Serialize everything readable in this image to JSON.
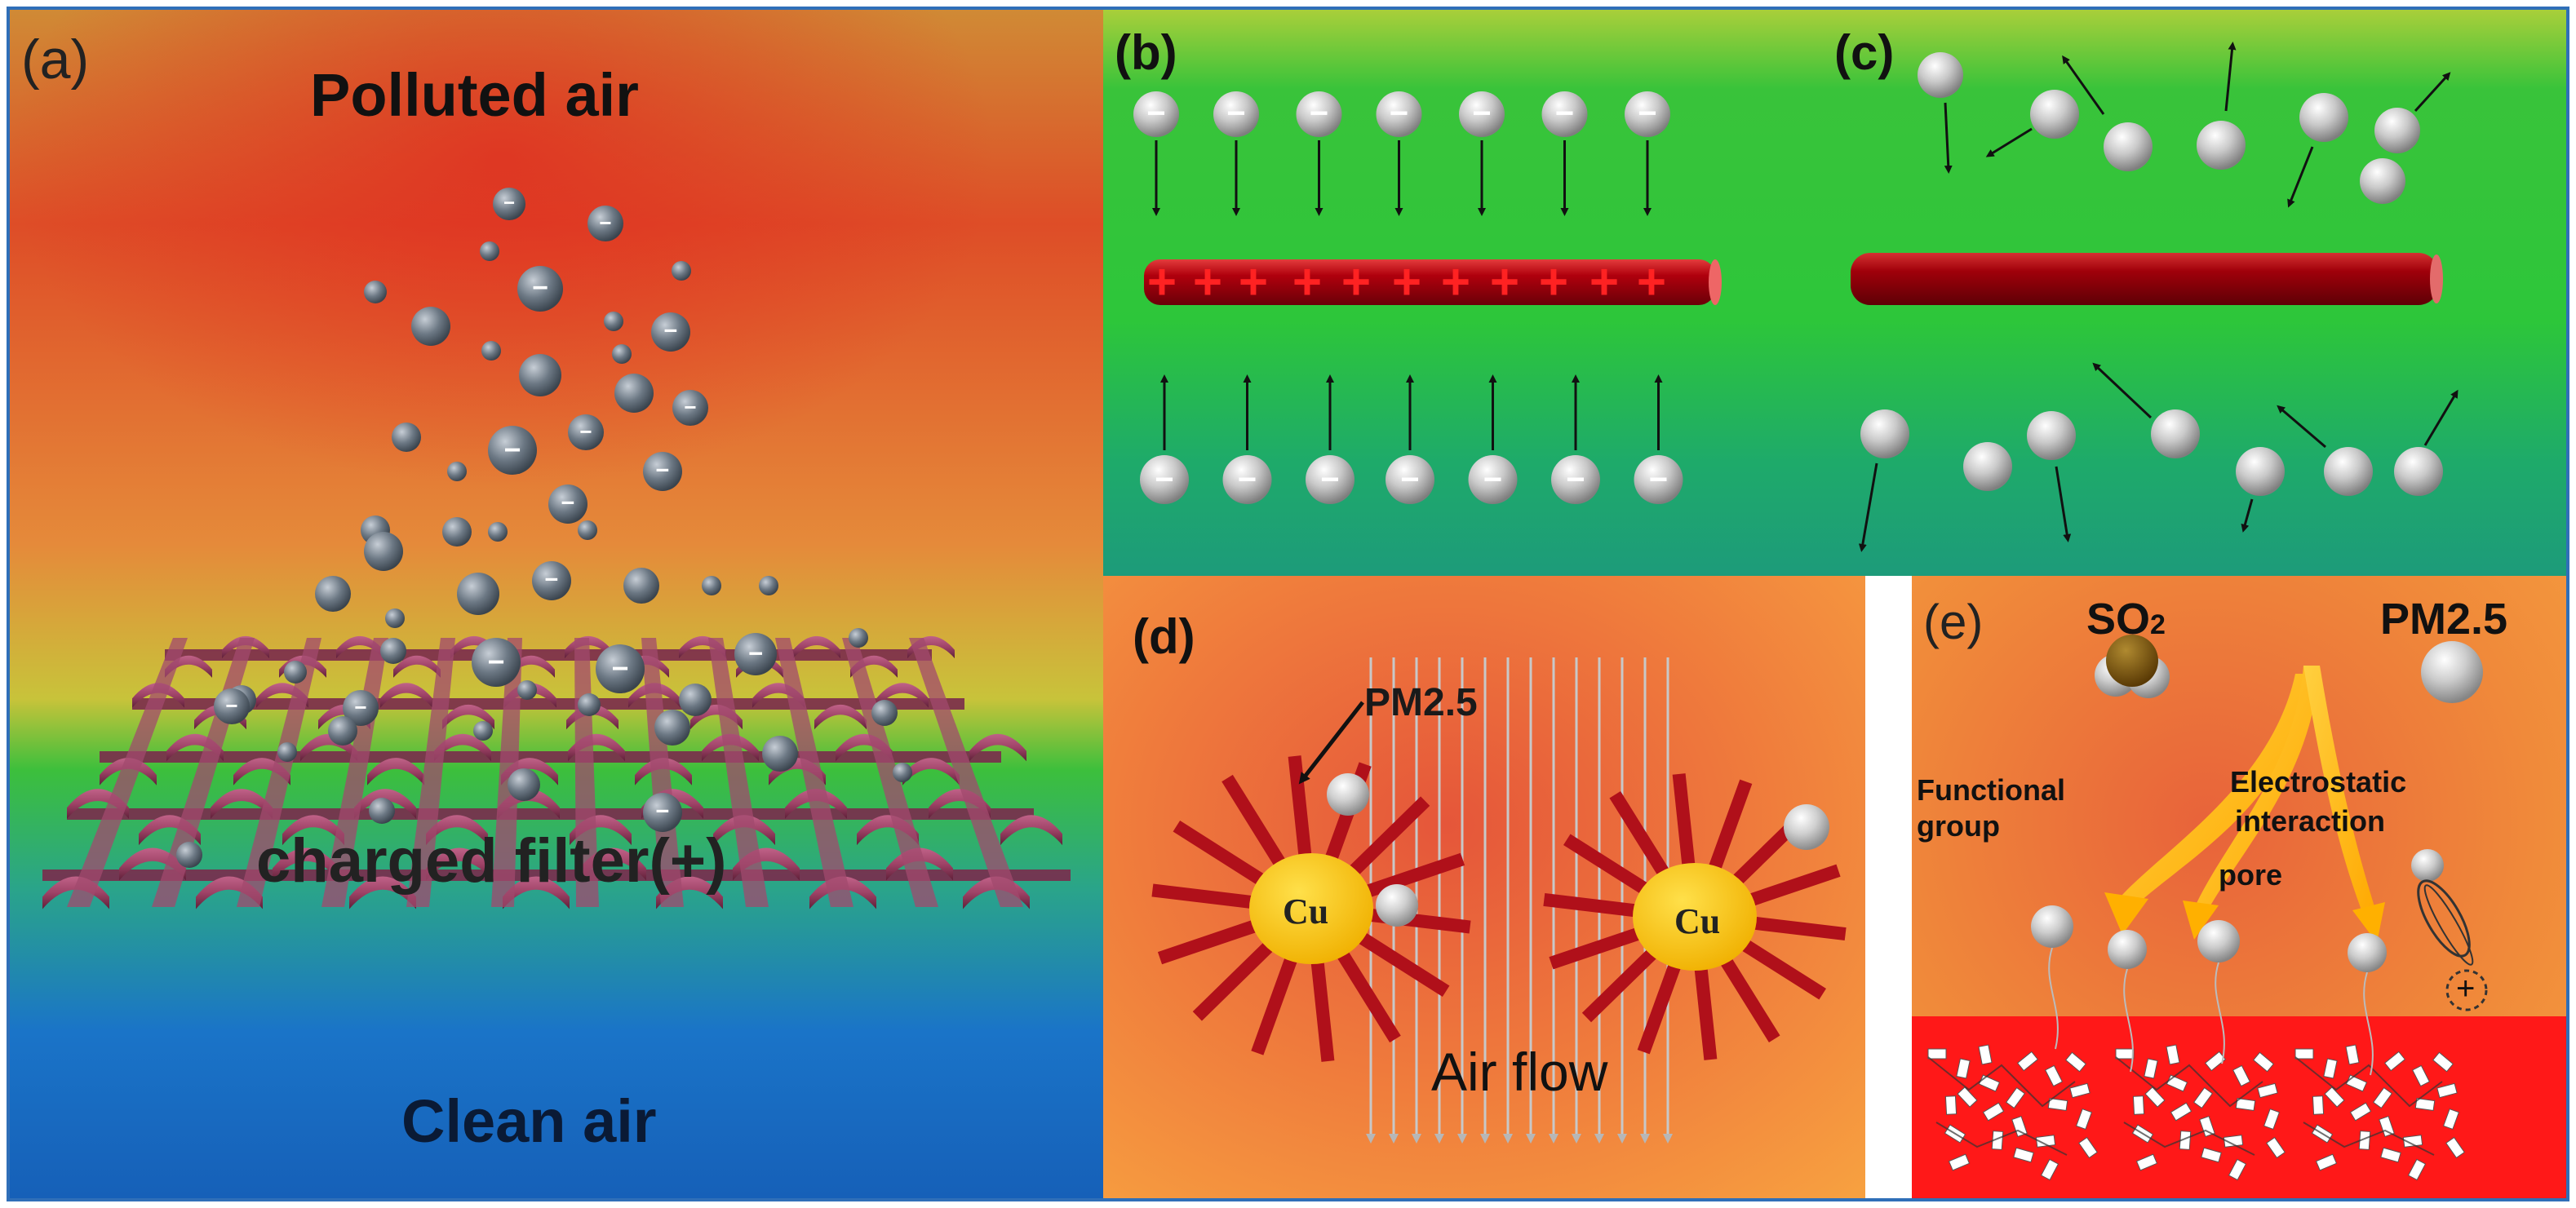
{
  "panels": {
    "a": {
      "tag": "(a)",
      "top_label": "Polluted air",
      "filter_label": "charged filter(+)",
      "bottom_label": "Clean air",
      "particle_charge": "−",
      "filter_charge": "+"
    },
    "b": {
      "tag": "(b)",
      "particle_charge": "−",
      "fiber_charge": "+"
    },
    "c": {
      "tag": "(c)"
    },
    "d": {
      "tag": "(d)",
      "particle_label": "PM2.5",
      "core_label": "Cu",
      "flow_label": "Air flow"
    },
    "e": {
      "tag": "(e)",
      "gas_label_base": "SO",
      "gas_label_sub": "2",
      "particle_label": "PM2.5",
      "functional_line1": "Functional",
      "functional_line2": "group",
      "electro_line1": "Electrostatic",
      "electro_line2": "interaction",
      "pore_label": "pore",
      "attached_charge": "+"
    }
  },
  "colors": {
    "frame_border": "#2f6fb8",
    "panel_a_top": "#d8572a",
    "panel_a_mid_green": "#3cbf3c",
    "panel_a_bottom": "#1660b8",
    "panel_bc_green": "#2dc63a",
    "panel_bc_teal": "#1d9b7a",
    "panel_de_orange": "#f28a3a",
    "fiber_red": "#b0000d",
    "charge_plus_red": "#ff2222",
    "cu_yellow": "#f5c400",
    "filter_pink": "#9e4266",
    "arrow_yellow": "#ffbb10",
    "e_substrate_red": "#ff1818"
  }
}
